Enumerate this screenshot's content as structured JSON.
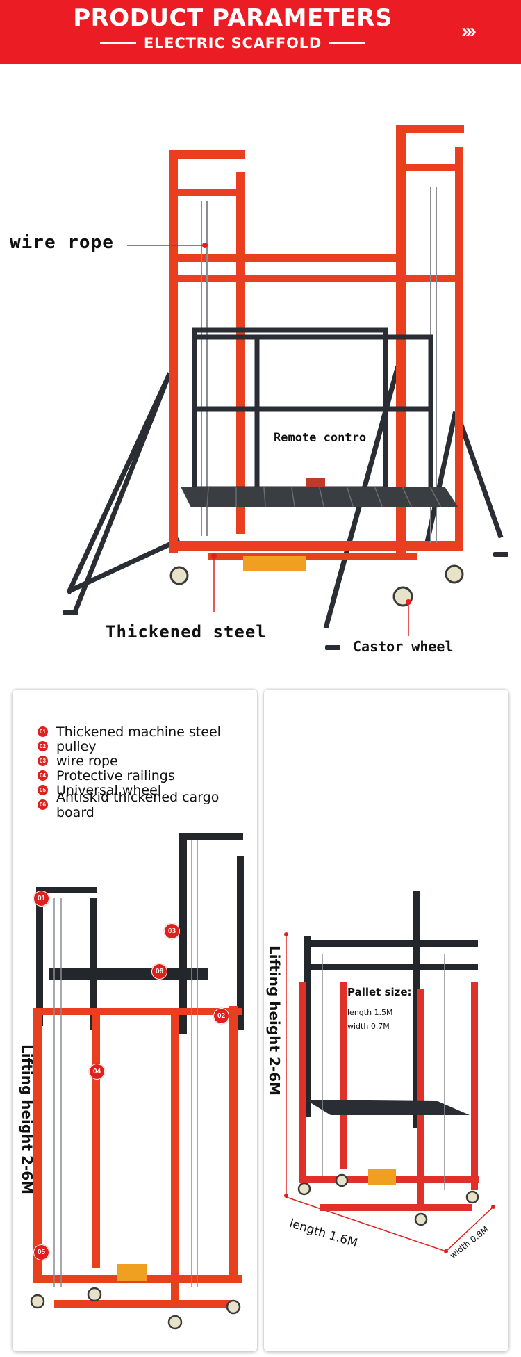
{
  "header": {
    "title": "PRODUCT PARAMETERS",
    "subtitle": "ELECTRIC SCAFFOLD",
    "arrow_glyph": "›››",
    "color": "#ec1c24"
  },
  "hero": {
    "callouts": {
      "wire_rope": "wire rope",
      "remote_control": "Remote contro",
      "thickened_steel": "Thickened steel",
      "castor_wheel": "Castor wheel"
    },
    "frame_color": "#e8401e",
    "brace_color": "#2a2d33"
  },
  "features_panel": {
    "items": [
      {
        "num": "01",
        "label": "Thickened machine steel"
      },
      {
        "num": "02",
        "label": "pulley"
      },
      {
        "num": "03",
        "label": "wire rope"
      },
      {
        "num": "04",
        "label": "Protective railings"
      },
      {
        "num": "05",
        "label": "Universal wheel"
      },
      {
        "num": "06",
        "label": "Antiskid thickened cargo board"
      }
    ],
    "lifting_height": "Lifting height 2-6M"
  },
  "dimensions_panel": {
    "lifting_height": "Lifting height 2-6M",
    "pallet_title": "Pallet size:",
    "pallet_length": "length 1.5M",
    "pallet_width": "width 0.7M",
    "length": "length 1.6M",
    "width": "width 0.8M"
  },
  "icons": [
    "chevrons-right-icon",
    "callout-dot-icon",
    "number-badge-icon"
  ]
}
